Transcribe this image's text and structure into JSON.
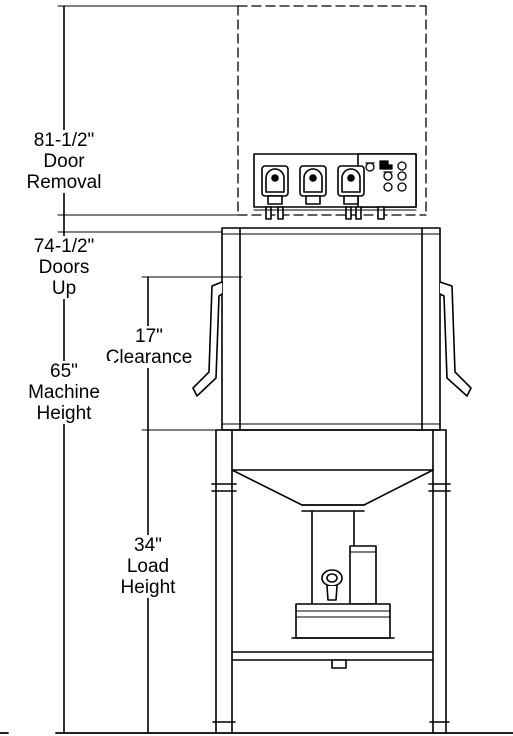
{
  "dimensions": {
    "door_removal": {
      "value": "81-1/2\"",
      "label": "Door",
      "label2": "Removal"
    },
    "doors_up": {
      "value": "74-1/2\"",
      "label": "Doors",
      "label2": "Up"
    },
    "clearance": {
      "value": "17\"",
      "label": "Clearance"
    },
    "machine_height": {
      "value": "65\"",
      "label": "Machine",
      "label2": "Height"
    },
    "load_height": {
      "value": "34\"",
      "label": "Load",
      "label2": "Height"
    }
  }
}
